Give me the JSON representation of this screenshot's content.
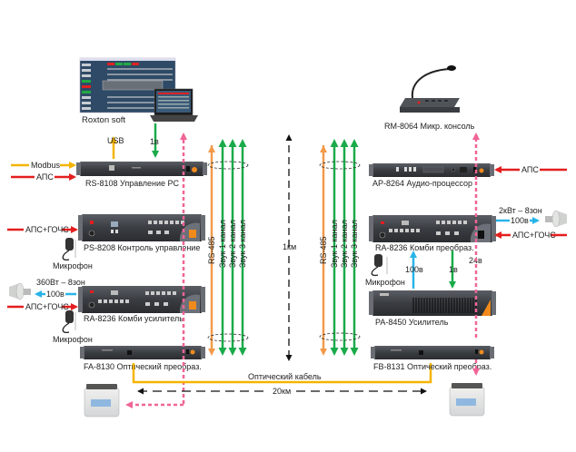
{
  "colors": {
    "apc_red": "#e41e1e",
    "modbus_yellow": "#f5b400",
    "rs485_orange": "#f29a4a",
    "audio_green": "#1aaa4a",
    "line100v_blue": "#29b4e8",
    "power_pink": "#f06496",
    "optic_yellow": "#f5b400",
    "distance_black": "#111111",
    "device_body": "#3a3d42",
    "device_orange": "#f08a1c"
  },
  "left_side": {
    "software": {
      "label": "Roxton soft"
    },
    "usb_label": "USB",
    "link_1v_label": "1в",
    "rs8108": {
      "label": "RS-8108 Управление PC",
      "inputs": [
        {
          "label": "Modbus"
        },
        {
          "label": "АПС"
        }
      ]
    },
    "ps8208": {
      "label": "PS-8208 Контроль управление",
      "inputs": [
        {
          "label": "АПС+ГОЧС"
        }
      ],
      "mic_label": "Микрофон"
    },
    "ra8236": {
      "label": "RA-8236 Комби усилитель",
      "speaker_power": "360Вт – 8зон",
      "line_label": "100в",
      "inputs": [
        {
          "label": "АПС+ГОЧС"
        }
      ],
      "mic_label": "Микрофон"
    },
    "fa8130": {
      "label": "FA-8130 Оптический преобраз."
    },
    "bus_labels": [
      "RS-485",
      "Звук 1 канал",
      "Звук 2 канал",
      "Звук 3 канал"
    ]
  },
  "middle": {
    "distance_label": "1км",
    "optic_cable_label": "Оптический кабель",
    "optic_distance_label": "20км"
  },
  "right_side": {
    "rm8064": {
      "label": "RM-8064 Микр. консоль"
    },
    "ap8264": {
      "label": "AP-8264 Аудио-процессор",
      "inputs": [
        {
          "label": "АПС"
        }
      ]
    },
    "ra8236": {
      "label": "RA-8236 Комби преобраз.",
      "speaker_power": "2кВт – 8зон",
      "line_label": "100в",
      "inputs": [
        {
          "label": "АПС+ГОЧС"
        }
      ],
      "mic_label": "Микрофон"
    },
    "link_100v_label": "100в",
    "link_1v_label": "1в",
    "power_24v_label": "24в",
    "pa8450": {
      "label": "PA-8450  Усилитель"
    },
    "fb8131": {
      "label": "FB-8131 Оптический преобраз."
    },
    "bus_labels": [
      "RS-485",
      "Звук 1 канал",
      "Звук 2 канал",
      "Звук 3 канал"
    ]
  }
}
